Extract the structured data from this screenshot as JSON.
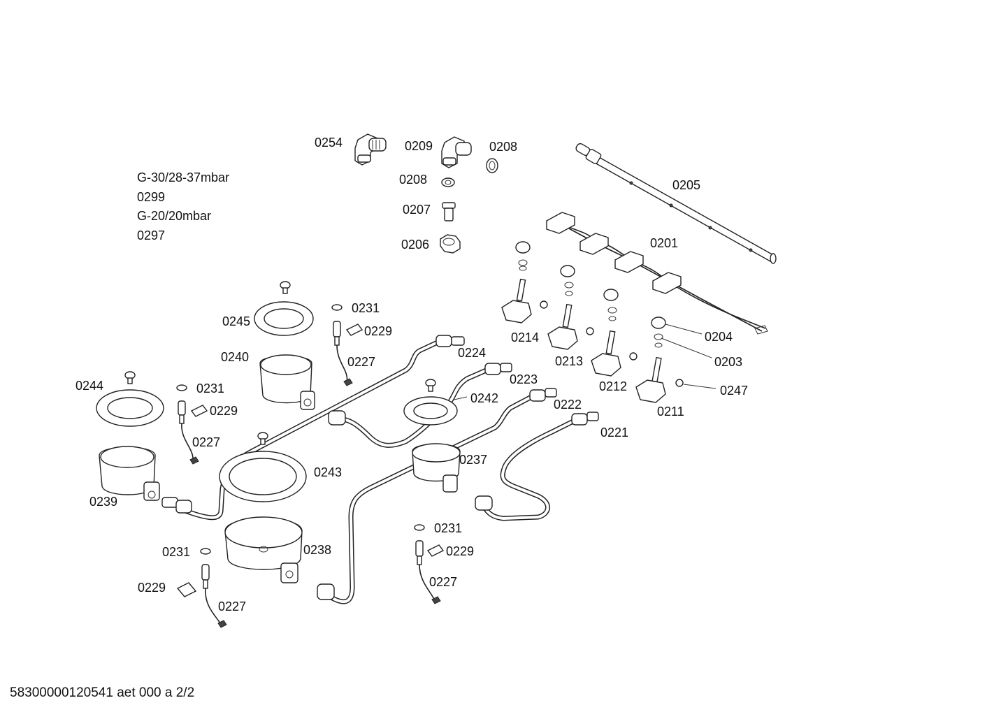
{
  "legend": {
    "lines": [
      "G-30/28-37mbar",
      "0299",
      "G-20/20mbar",
      "0297"
    ]
  },
  "footer": "58300000120541 aet 000 a 2/2",
  "labels": {
    "p0254": "0254",
    "p0209": "0209",
    "p0208a": "0208",
    "p0208b": "0208",
    "p0207": "0207",
    "p0206": "0206",
    "p0205": "0205",
    "p0201": "0201",
    "p0245": "0245",
    "p0231a": "0231",
    "p0229a": "0229",
    "p0227a": "0227",
    "p0240": "0240",
    "p0224": "0224",
    "p0214": "0214",
    "p0213": "0213",
    "p0212": "0212",
    "p0211": "0211",
    "p0204": "0204",
    "p0203": "0203",
    "p0247": "0247",
    "p0244": "0244",
    "p0231b": "0231",
    "p0229b": "0229",
    "p0227b": "0227",
    "p0223": "0223",
    "p0242": "0242",
    "p0222": "0222",
    "p0221": "0221",
    "p0243": "0243",
    "p0237": "0237",
    "p0239": "0239",
    "p0238": "0238",
    "p0231c": "0231",
    "p0229c": "0229",
    "p0227c": "0227",
    "p0231d": "0231",
    "p0229d": "0229",
    "p0227d": "0227"
  }
}
